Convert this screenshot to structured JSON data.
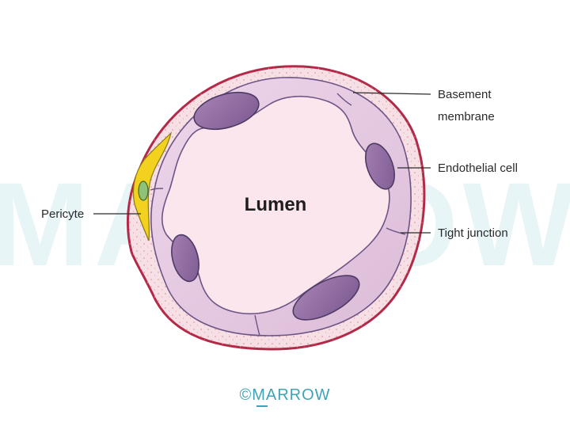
{
  "diagram": {
    "center_label": "Lumen",
    "labels": {
      "basement_membrane": [
        "Basement",
        "membrane"
      ],
      "endothelial_cell": "Endothelial cell",
      "tight_junction": "Tight junction",
      "pericyte": "Pericyte"
    },
    "watermark": "MARROW",
    "brand": "©MARROW"
  },
  "colors": {
    "outer_outline": "#b32a48",
    "outer_fill": "#f7dfe6",
    "cell_fill": "#e5c8e0",
    "cell_outline": "#6e5486",
    "lumen_fill": "#fae6ec",
    "nucleus_fill": "#9c74aa",
    "nucleus_outline": "#4e3a63",
    "pericyte_fill": "#f2d21e",
    "pericyte_nucleus": "#8fc178",
    "brand": "#3fa3b8"
  }
}
